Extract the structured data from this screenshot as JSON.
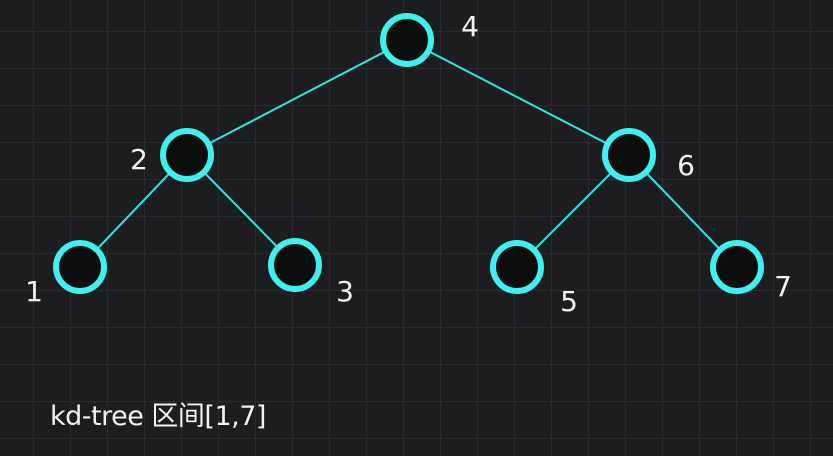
{
  "colors": {
    "background": "#1c1d1f",
    "grid": "#2a2b2e",
    "edge": "#2ee6e6",
    "node_stroke": "#3ff0f0",
    "node_fill": "#0c0d0d",
    "text": "#f2f2f2"
  },
  "tree": {
    "nodes": [
      {
        "id": "n4",
        "label": "4"
      },
      {
        "id": "n2",
        "label": "2"
      },
      {
        "id": "n6",
        "label": "6"
      },
      {
        "id": "n1",
        "label": "1"
      },
      {
        "id": "n3",
        "label": "3"
      },
      {
        "id": "n5",
        "label": "5"
      },
      {
        "id": "n7",
        "label": "7"
      }
    ],
    "edges": [
      {
        "from": "n4",
        "to": "n2"
      },
      {
        "from": "n4",
        "to": "n6"
      },
      {
        "from": "n2",
        "to": "n1"
      },
      {
        "from": "n2",
        "to": "n3"
      },
      {
        "from": "n6",
        "to": "n5"
      },
      {
        "from": "n6",
        "to": "n7"
      }
    ]
  },
  "caption": "kd-tree 区间[1,7]"
}
